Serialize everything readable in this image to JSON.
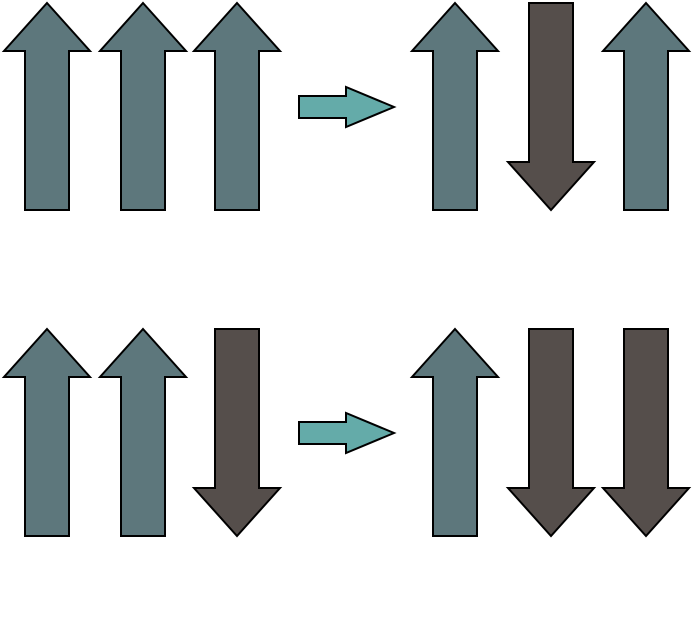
{
  "colors": {
    "up": "#5d777c",
    "down": "#554e4b",
    "transition": "#64aba9",
    "stroke": "#000000",
    "background": "#ffffff"
  },
  "rows": [
    {
      "before": [
        "up",
        "up",
        "up"
      ],
      "transition_icon": "arrow-right-icon",
      "after": [
        "up",
        "down",
        "up"
      ]
    },
    {
      "before": [
        "up",
        "up",
        "down"
      ],
      "transition_icon": "arrow-right-icon",
      "after": [
        "up",
        "down",
        "down"
      ]
    }
  ]
}
